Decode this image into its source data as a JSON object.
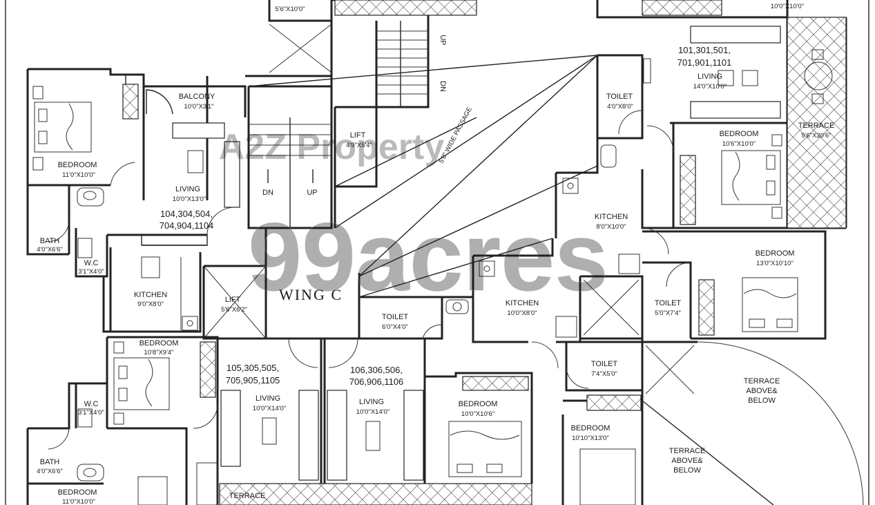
{
  "wing_label": "WING C",
  "watermarks": {
    "primary": "99acres",
    "secondary": "A2Z Property"
  },
  "units": {
    "u104": "104,304,504,",
    "u104b": "704,904,1104",
    "u105": "105,305,505,",
    "u105b": "705,905,1105",
    "u106": "106,306,506,",
    "u106b": "706,906,1106",
    "u101": "101,301,501,",
    "u101b": "701,901,1101"
  },
  "rooms": {
    "top_left_dim": "5'6\"X10'0\"",
    "top_right_dim": "10'0\"X10'0\"",
    "balcony": "BALCONY",
    "balcony_dim": "10'0\"X3'1\"",
    "bed_tl": "BEDROOM",
    "bed_tl_dim": "11'0\"X10'0\"",
    "living_104": "LIVING",
    "living_104_dim": "10'0\"X13'0\"",
    "bath1": "BATH",
    "bath1_dim": "4'0\"X6'6\"",
    "wc1": "W.C",
    "wc1_dim": "3'1\"X4'0\"",
    "kitchen_104": "KITCHEN",
    "kitchen_104_dim": "9'0\"X8'0\"",
    "lift1": "LIFT",
    "lift1_dim": "5'6\"X6'2\"",
    "lift2": "LIFT",
    "lift2_dim": "4'9\"X5'4\"",
    "stair_dn": "DN",
    "stair_up": "UP",
    "stair_up_top": "UP",
    "stair_dn_top": "DN",
    "passage": "5'0\" WIDE PASSAGE",
    "bed_105": "BEDROOM",
    "bed_105_dim": "10'8\"X9'4\"",
    "wc2": "W.C",
    "wc2_dim": "3'1\"X4'0\"",
    "bath2": "BATH",
    "bath2_dim": "4'0\"X6'6\"",
    "bed_bl": "BEDROOM",
    "bed_bl_dim": "11'0\"X10'0\"",
    "living_105": "LIVING",
    "living_105_dim": "10'0\"X14'0\"",
    "living_106": "LIVING",
    "living_106_dim": "10'0\"X14'0\"",
    "terrace_bottom": "TERRACE",
    "toilet_c": "TOILET",
    "toilet_c_dim": "6'0\"X4'0\"",
    "bed_106": "BEDROOM",
    "bed_106_dim": "10'0\"X10'6\"",
    "kitchen_106": "KITCHEN",
    "kitchen_106_dim": "10'0\"X8'0\"",
    "toilet_r1": "TOILET",
    "toilet_r1_dim": "4'0\"X8'0\"",
    "living_101": "LIVING",
    "living_101_dim": "14'0\"X10'0\"",
    "bed_r1": "BEDROOM",
    "bed_r1_dim": "10'6\"X10'0\"",
    "terrace_r": "TERRACE",
    "terrace_r_dim": "5'6\"X20'6\"",
    "kitchen_101": "KITCHEN",
    "kitchen_101_dim": "8'0\"X10'0\"",
    "bed_r2": "BEDROOM",
    "bed_r2_dim": "13'0\"X10'10\"",
    "toilet_r2": "TOILET",
    "toilet_r2_dim": "5'0\"X7'4\"",
    "toilet_r3": "TOILET",
    "toilet_r3_dim": "7'4\"X5'0\"",
    "terrace_ab1a": "TERRACE",
    "terrace_ab1b": "ABOVE&",
    "terrace_ab1c": "BELOW",
    "bed_r3": "BEDROOM",
    "bed_r3_dim": "10'10\"X13'0\"",
    "terrace_ab2a": "TERRACE",
    "terrace_ab2b": "ABOVE&",
    "terrace_ab2c": "BELOW"
  }
}
